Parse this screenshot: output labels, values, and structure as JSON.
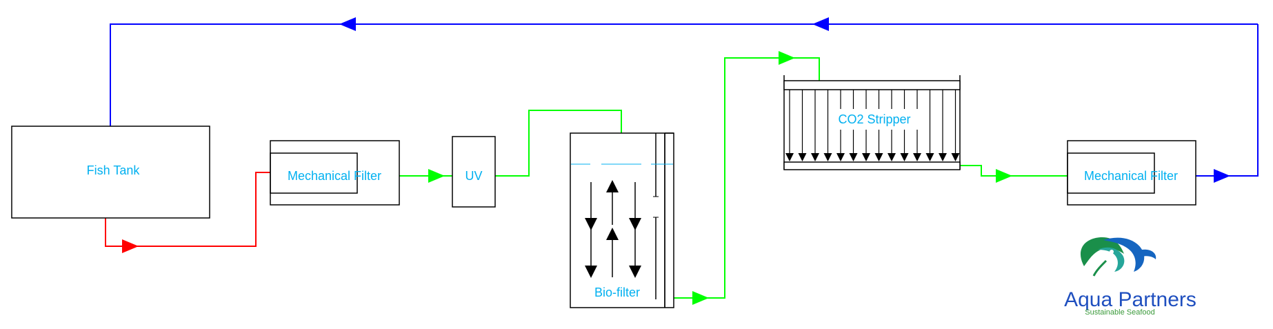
{
  "nodes": {
    "fish_tank": "Fish Tank",
    "mech_filter_1": "Mechanical Filter",
    "uv": "UV",
    "bio_filter": "Bio-filter",
    "co2_stripper": "CO2 Stripper",
    "mech_filter_2": "Mechanical Filter"
  },
  "logo": {
    "name": "Aqua Partners",
    "tagline": "Sustainable Seafood"
  },
  "colors": {
    "return_line": "#0000ff",
    "drain_line": "#ff0000",
    "treated_line": "#00ff00",
    "label": "#00b0f0",
    "outline": "#000000"
  }
}
